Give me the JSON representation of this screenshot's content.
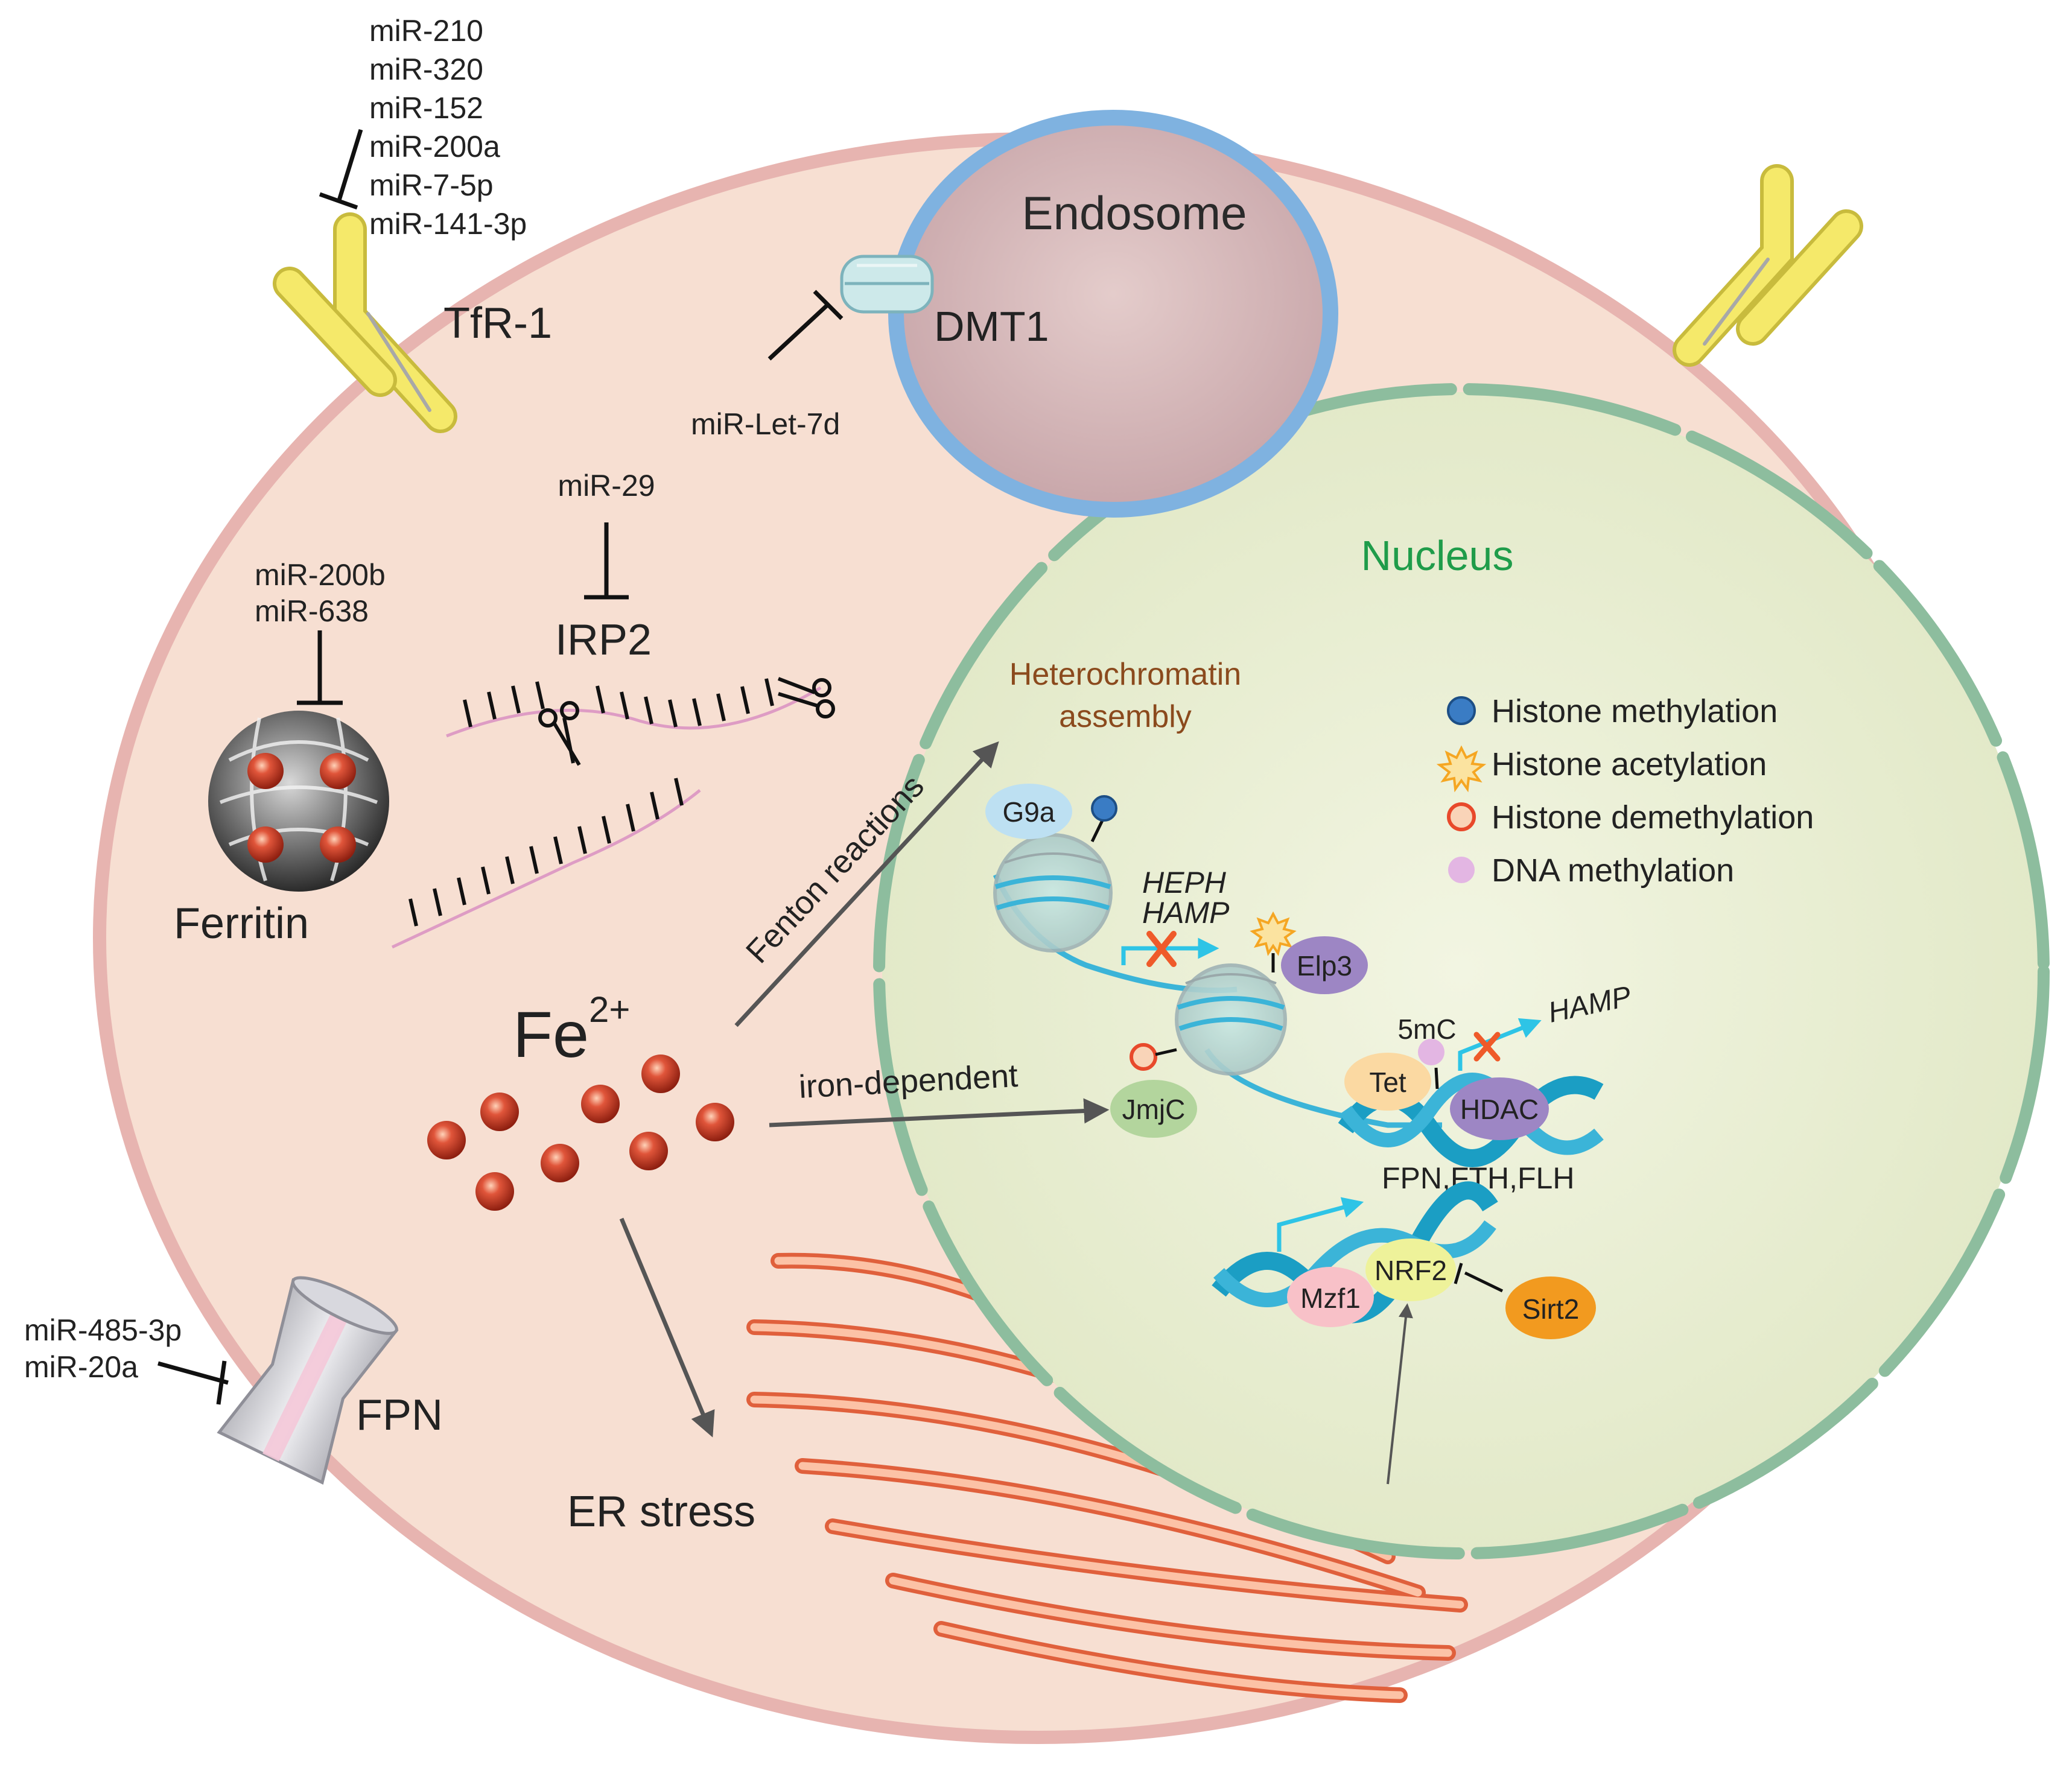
{
  "mirna_tfr1": [
    "miR-210",
    "miR-320",
    "miR-152",
    "miR-200a",
    "miR-7-5p",
    "miR-141-3p"
  ],
  "tfr1_label": "TfR-1",
  "endosome_label": "Endosome",
  "dmt1_label": "DMT1",
  "mirna_dmt1": "miR-Let-7d",
  "mirna_irp2": "miR-29",
  "irp2_label": "IRP2",
  "mirna_ferritin": [
    "miR-200b",
    "miR-638"
  ],
  "ferritin_label": "Ferritin",
  "iron": {
    "label": "Fe",
    "superscript": "2+"
  },
  "mirna_fpn": [
    "miR-485-3p",
    "miR-20a"
  ],
  "fpn_label": "FPN",
  "er_stress_label": "ER stress",
  "fenton_label": "Fenton reactions",
  "iron_dependent_label": "iron-dependent",
  "nucleus": {
    "label": "Nucleus",
    "heterochromatin": [
      "Heterochromatin",
      "assembly"
    ],
    "g9a": "G9a",
    "heph": "HEPH",
    "hamp": "HAMP",
    "elp3": "Elp3",
    "jmjc": "JmjC",
    "five_mc": "5mC",
    "hamp2": "HAMP",
    "tet": "Tet",
    "hdac": "HDAC",
    "nrf2_targets": "FPN,FTH,FLH",
    "mzf1": "Mzf1",
    "nrf2": "NRF2",
    "sirt2": "Sirt2"
  },
  "legend": [
    {
      "label": "Histone methylation",
      "icon": "blue-circle-icon",
      "color": "#3a7cc4"
    },
    {
      "label": "Histone acetylation",
      "icon": "orange-star-icon",
      "color": "#f5a623"
    },
    {
      "label": "Histone demethylation",
      "icon": "red-ring-icon",
      "color": "#e8492b"
    },
    {
      "label": "DNA methylation",
      "icon": "pink-circle-icon",
      "color": "#e3b6e3"
    }
  ],
  "colors": {
    "cell": "#f7dfd2",
    "cell_border": "#e7b4b0",
    "nucleus": "#edf1da",
    "nuclear_envelope": "#8dbd9e",
    "nucleus_label": "#1f9c4a",
    "heterochromatin_label": "#8b4a1d",
    "endosome_ring": "#7fb2e0",
    "receptor": "#f5e96a",
    "iron": "#c8321f",
    "er": "#f28b64",
    "dna": "#3bb4d8"
  }
}
